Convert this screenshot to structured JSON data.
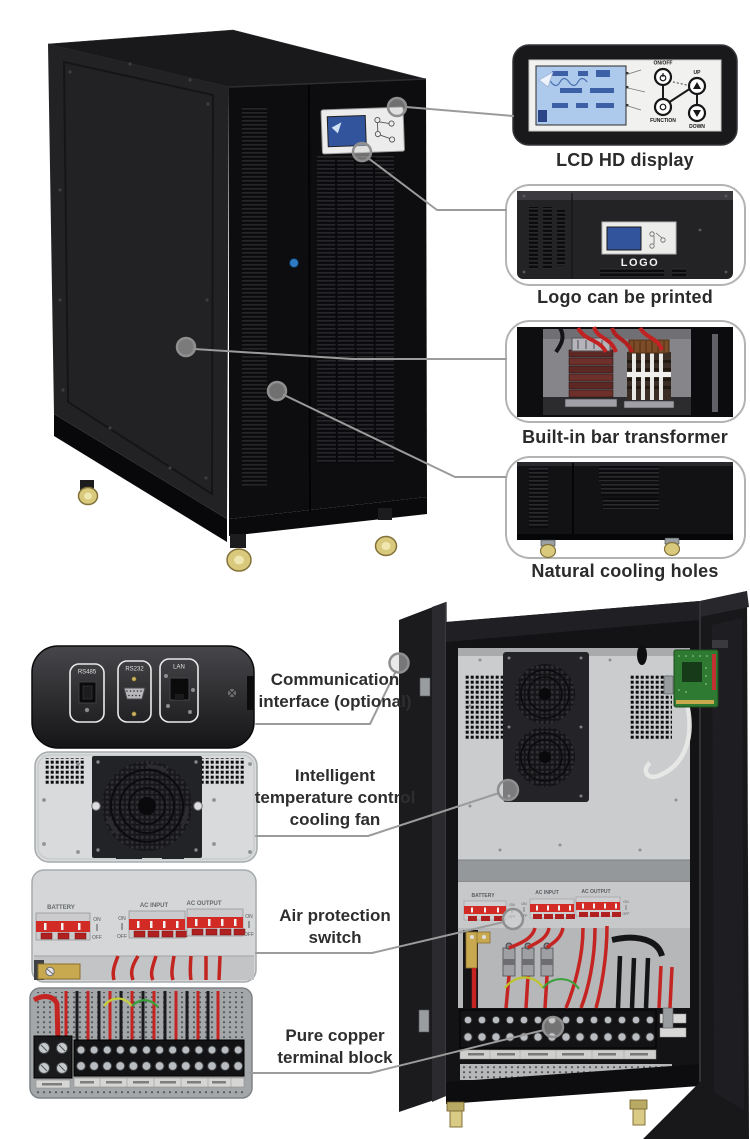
{
  "captions": {
    "lcd_display": "LCD HD display",
    "logo": "Logo can be printed",
    "transformer": "Built-in bar transformer",
    "cooling_holes": "Natural cooling holes"
  },
  "callout_labels": {
    "communication": "Communication\ninterface (optional)",
    "cooling_fan": "Intelligent\ntemperature control\ncooling fan",
    "air_switch": "Air protection\nswitch",
    "terminal_block": "Pure copper\nterminal block"
  },
  "lcd_panel": {
    "btn_on_off": "ON/OFF",
    "btn_up": "UP",
    "btn_function": "FUNCTION",
    "btn_down": "DOWN"
  },
  "logo_panel": {
    "logo_text": "LOGO"
  },
  "comm_ports": {
    "port1": "RS485",
    "port2": "RS232",
    "port3": "LAN"
  },
  "breakers": {
    "battery": "BATTERY",
    "ac_input": "AC INPUT",
    "ac_output": "AC OUTPUT",
    "on": "ON",
    "off": "OFF"
  },
  "colors": {
    "callout_line": "#9b9b9b",
    "breaker_red": "#d22b26",
    "lcd_screen_blue": "#32549c",
    "caster_yellow": "#d9c97c",
    "pcb_green": "#2f7a33",
    "cabinet_black": "#131316",
    "panel_gray": "#c9cbcd"
  }
}
